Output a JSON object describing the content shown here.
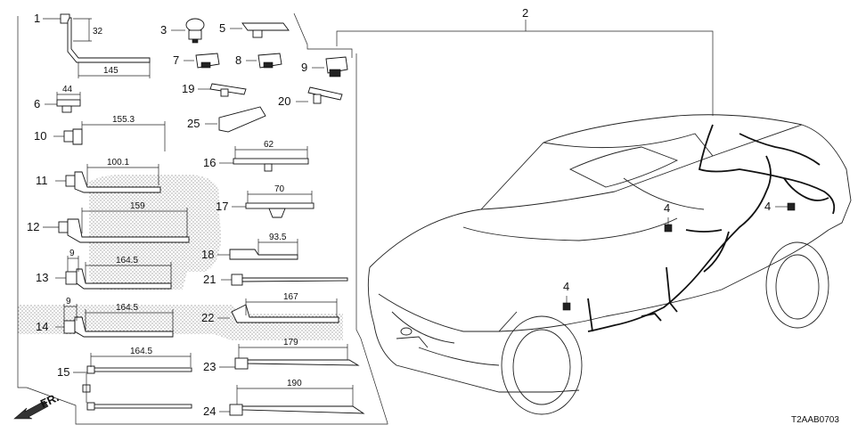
{
  "diagram_code": "T2AAB0703",
  "direction_label": "FR.",
  "callouts": {
    "p1": "1",
    "p2": "2",
    "p3": "3",
    "p4a": "4",
    "p4b": "4",
    "p4c": "4",
    "p5": "5",
    "p6": "6",
    "p7": "7",
    "p8": "8",
    "p9": "9",
    "p10": "10",
    "p11": "11",
    "p12": "12",
    "p13": "13",
    "p14": "14",
    "p15": "15",
    "p16": "16",
    "p17": "17",
    "p18": "18",
    "p19": "19",
    "p20": "20",
    "p21": "21",
    "p22": "22",
    "p23": "23",
    "p24": "24",
    "p25": "25"
  },
  "dimensions": {
    "d1a": "32",
    "d1b": "145",
    "d6": "44",
    "d10": "155.3",
    "d11": "100.1",
    "d12": "159",
    "d13a": "9",
    "d13b": "164.5",
    "d14a": "9",
    "d14b": "164.5",
    "d15": "164.5",
    "d16": "62",
    "d17": "70",
    "d18": "93.5",
    "d22": "167",
    "d23": "179",
    "d24": "190"
  }
}
